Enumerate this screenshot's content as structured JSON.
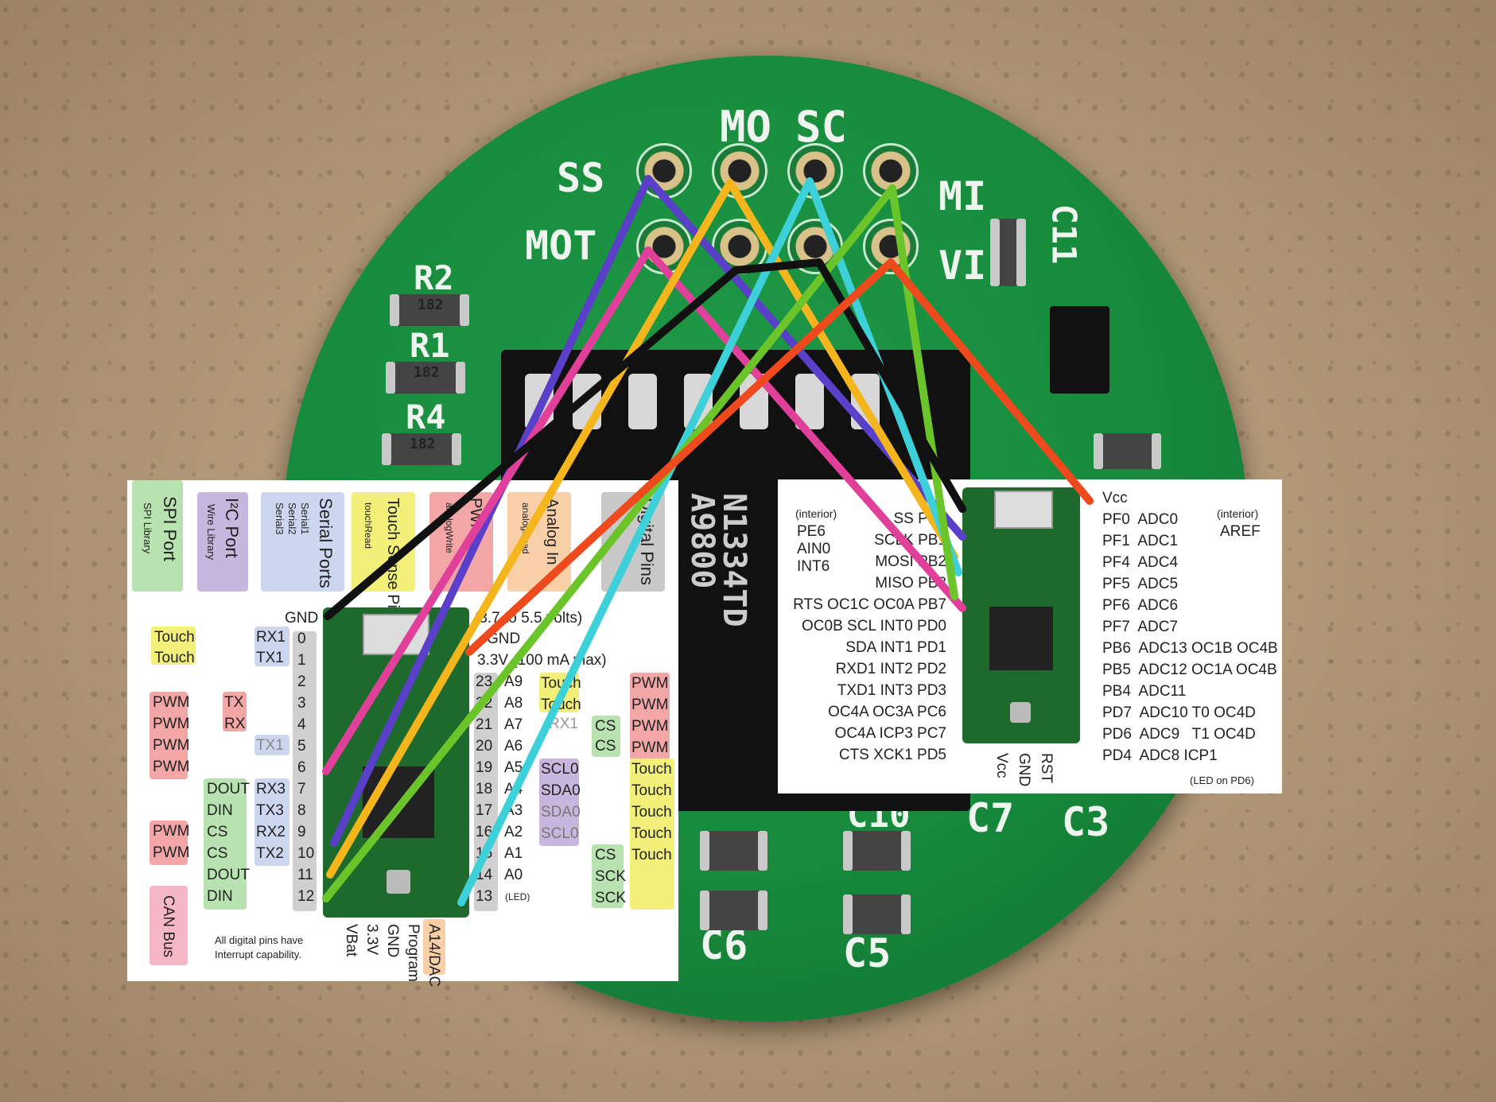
{
  "board_silk": {
    "header_top": [
      "MO",
      "SC"
    ],
    "ss": "SS",
    "mi": "MI",
    "mot": "MOT",
    "vi": "VI",
    "refs": [
      "R2",
      "R1",
      "R4",
      "C11",
      "C6",
      "C5",
      "C7",
      "C3",
      "C10"
    ],
    "resistor_codes": [
      "182",
      "182",
      "182"
    ],
    "chip_marking": [
      "A9800",
      "N1334TD"
    ]
  },
  "left_diagram": {
    "headers": {
      "spi_port": "SPI Port",
      "spi_lib": "SPI Library",
      "i2c_port": "I²C Port",
      "i2c_lib": "Wire Library",
      "serial_ports": "Serial Ports",
      "serial_list": [
        "Serial1",
        "Serial2",
        "Serial3"
      ],
      "touch_pins": "Touch Sense Pins",
      "touch_read": "touchRead",
      "pwm": "PWM",
      "pwm_sub": "analogWrite",
      "analog": "Analog In",
      "analog_sub": "analogRead",
      "digital_pins": "Digital Pins",
      "can_bus": "CAN Bus"
    },
    "gnd": "GND",
    "power_note": "(3.7 to 5.5 volts)",
    "gnd_right": "GND",
    "v33_note": "3.3V (100 mA max)",
    "left_pins": [
      "0",
      "1",
      "2",
      "3",
      "4",
      "5",
      "6",
      "7",
      "8",
      "9",
      "10",
      "11",
      "12"
    ],
    "right_pins": [
      "23",
      "22",
      "21",
      "20",
      "19",
      "18",
      "17",
      "16",
      "15",
      "14",
      "13"
    ],
    "analog_labels": [
      "A9",
      "A8",
      "A7",
      "A6",
      "A5",
      "A4",
      "A3",
      "A2",
      "A1",
      "A0"
    ],
    "serial_labels": [
      "RX1",
      "TX1",
      "TX1",
      "RX3",
      "TX3",
      "RX2",
      "TX2"
    ],
    "can_labels": [
      "TX",
      "RX"
    ],
    "touch_left": [
      "Touch",
      "Touch"
    ],
    "pwm_left": [
      "PWM",
      "PWM",
      "PWM",
      "PWM",
      "PWM",
      "PWM"
    ],
    "spi_labels": [
      "DOUT",
      "DIN",
      "CS",
      "CS",
      "DOUT",
      "DIN"
    ],
    "touch_right": [
      "Touch",
      "Touch",
      "Touch",
      "Touch",
      "Touch",
      "Touch",
      "Touch"
    ],
    "pwm_right": [
      "PWM",
      "PWM",
      "PWM",
      "PWM"
    ],
    "cs_right": [
      "CS",
      "CS",
      "CS",
      "SCK",
      "SCK"
    ],
    "i2c_right": [
      "SCL0",
      "SDA0",
      "SDA0",
      "SCL0"
    ],
    "rx1_right": "RX1",
    "led": "(LED)",
    "bottom_labels": [
      "VBat",
      "3.3V",
      "GND",
      "Program",
      "A14/DAC"
    ],
    "interrupt_note_1": "All digital pins have",
    "interrupt_note_2": "Interrupt capability."
  },
  "right_diagram": {
    "interior_left": [
      "(interior)",
      "PE6",
      "AIN0",
      "INT6"
    ],
    "interior_right": [
      "(interior)",
      "AREF"
    ],
    "left_rows": [
      "SS PB0",
      "SCLK PB1",
      "MOSI PB2",
      "MISO PB3",
      "RTS OC1C OC0A PB7",
      "OC0B SCL INT0 PD0",
      "SDA INT1 PD1",
      "RXD1 INT2 PD2",
      "TXD1 INT3 PD3",
      "OC4A OC3A PC6",
      "OC4A ICP3 PC7",
      "CTS XCK1 PD5"
    ],
    "right_rows": [
      "Vcc",
      "PF0  ADC0",
      "PF1  ADC1",
      "PF4  ADC4",
      "PF5  ADC5",
      "PF6  ADC6",
      "PF7  ADC7",
      "PB6  ADC13 OC1B OC4B",
      "PB5  ADC12 OC1A OC4B",
      "PB4  ADC11",
      "PD7  ADC10 T0 OC4D",
      "PD6  ADC9   T1 OC4D",
      "PD4  ADC8 ICP1"
    ],
    "bottom": [
      "Vcc",
      "GND",
      "RST"
    ],
    "led_note": "(LED on PD6)"
  },
  "colors": {
    "purple": "#5a3fc8",
    "pink": "#e0409a",
    "yellow": "#f5b51c",
    "cyan": "#3ed0d8",
    "green": "#6ac42a",
    "black": "#111111",
    "orange": "#ef4a1e",
    "pcb": "#178a3c"
  }
}
